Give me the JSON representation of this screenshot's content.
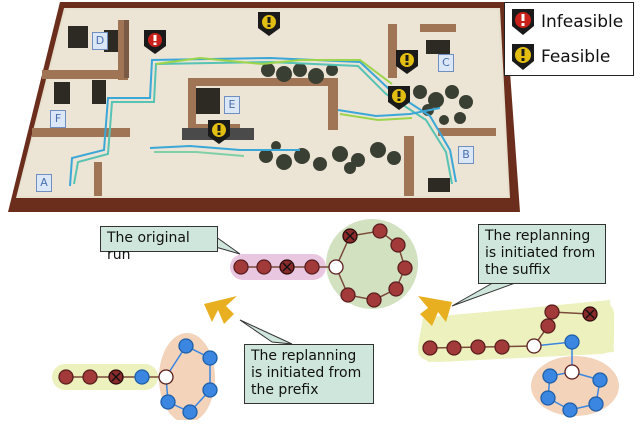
{
  "legend": {
    "infeasible_label": "Infeasible",
    "feasible_label": "Feasible",
    "infeasible_color": "#c8201a",
    "feasible_color": "#e2be12"
  },
  "rooms": [
    "A",
    "B",
    "C",
    "D",
    "E",
    "F"
  ],
  "callouts": {
    "original": "The original run",
    "suffix": [
      "The replanning",
      "is initiated from",
      "the suffix"
    ],
    "prefix": [
      "The replanning",
      "is initiated from",
      "the prefix"
    ]
  },
  "colors": {
    "prefix_node": "#a33a3a",
    "replan_node": "#3a86e0",
    "conflict_node": "#8a2a2a",
    "pink_region": "#e9c7e0",
    "green_region": "#d2e2c1",
    "yellow_region": "#edf1bd",
    "peach_region": "#f3d3b9",
    "arrow": "#e8b020"
  }
}
